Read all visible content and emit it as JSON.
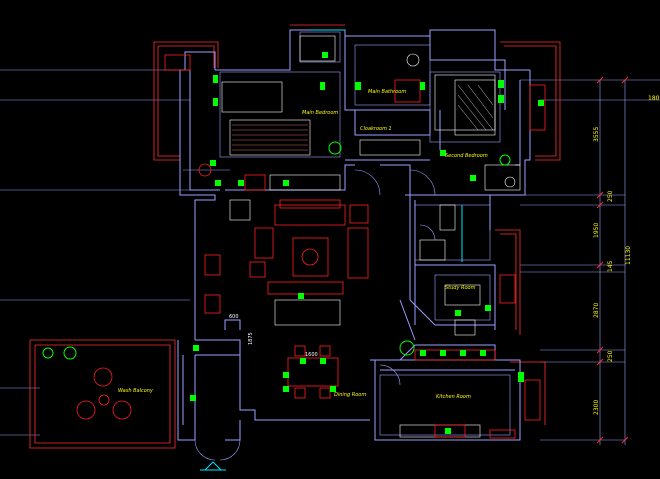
{
  "colors": {
    "background": "#000000",
    "wall": "#9aa0ff",
    "wall_outer": "#ff3030",
    "furniture": "#ff2020",
    "fixtures": "#ffffff",
    "plants": "#00ff00",
    "dimension": "#ffff00",
    "cyan": "#00e5ff"
  },
  "rooms": {
    "master_bathroom": "Main Bathroom",
    "master_bedroom": "Main Bedroom",
    "cloakroom": "Cloakroom 1",
    "second_bedroom": "Second Bedroom",
    "study_room": "Study Room",
    "balcony": "Wash Balcony",
    "dining": "Dining Room",
    "kitchen": "Kitchen Room"
  },
  "dimensions": {
    "right_top_label": "180",
    "right": [
      "3555",
      "250",
      "1950",
      "145",
      "11130",
      "2870",
      "250",
      "2300"
    ],
    "small_a": "600",
    "small_b": "1875",
    "table_width": "1600"
  }
}
